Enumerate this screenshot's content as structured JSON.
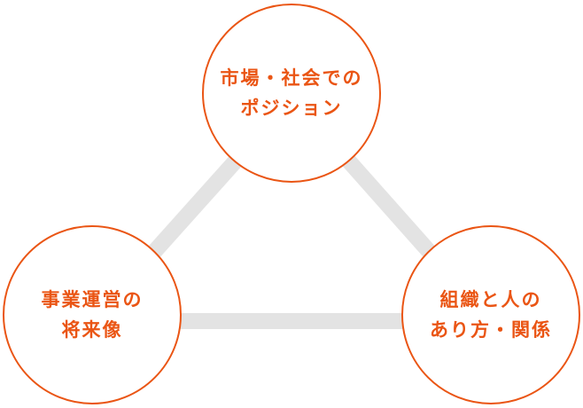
{
  "diagram": {
    "background_color": "#ffffff",
    "accent_color": "#ea5514",
    "connector_color": "#e3e3e3",
    "nodes": [
      {
        "id": "market-position",
        "lines": [
          "市場・社会での",
          "ポジション"
        ]
      },
      {
        "id": "business-future",
        "lines": [
          "事業運営の",
          "将来像"
        ]
      },
      {
        "id": "organization-people",
        "lines": [
          "組織と人の",
          "あり方・関係"
        ]
      }
    ]
  }
}
